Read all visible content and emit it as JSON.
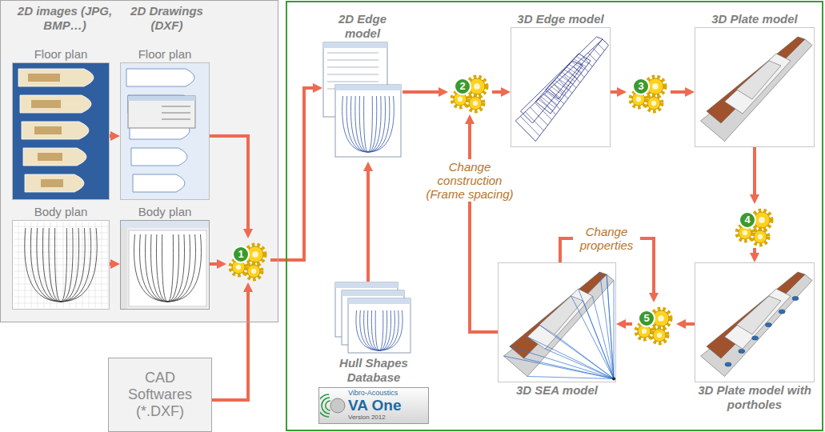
{
  "diagram": {
    "nodes": [
      {
        "text": [
          "2D images (JPG, BMP…)",
          "2D Drawings (DXF)"
        ]
      },
      {
        "text": [
          "Floor plan"
        ],
        "in": 0
      },
      {
        "text": [
          "Floor plan"
        ],
        "in": 0
      },
      {
        "text": [
          "Body plan"
        ],
        "in": 0
      },
      {
        "text": [
          "Body plan"
        ],
        "in": 0
      },
      {
        "text": [
          "1"
        ],
        "in": 0
      },
      {
        "text": [
          "CAD Softwares (*.DXF)"
        ]
      },
      {
        "text": []
      },
      {
        "text": [
          "2D Edge model"
        ],
        "in": 7
      },
      {
        "text": [
          "2"
        ],
        "in": 7
      },
      {
        "text": [
          "3D Edge model"
        ],
        "in": 7
      },
      {
        "text": [
          "3"
        ],
        "in": 7
      },
      {
        "text": [
          "3D Plate model"
        ],
        "in": 7
      },
      {
        "text": [
          "4"
        ],
        "in": 7
      },
      {
        "text": [
          "3D Plate model with portholes"
        ],
        "in": 7
      },
      {
        "text": [
          "5"
        ],
        "in": 7
      },
      {
        "text": [
          "3D SEA model"
        ],
        "in": 7
      },
      {
        "text": [
          "Hull Shapes Database"
        ],
        "in": 7
      },
      {
        "text": [
          "Vibro-Acoustics",
          "VA One",
          "Version 2012"
        ],
        "in": 7
      }
    ],
    "edges": [
      {
        "from": 1,
        "to": 2,
        "arrow": "to"
      },
      {
        "from": 3,
        "to": 4,
        "arrow": "to"
      },
      {
        "from": 2,
        "to": 5,
        "arrow": "to"
      },
      {
        "from": 4,
        "to": 5,
        "arrow": "to"
      },
      {
        "from": 6,
        "to": 5,
        "arrow": "to"
      },
      {
        "from": 5,
        "to": 8,
        "arrow": "to"
      },
      {
        "from": 8,
        "to": 9,
        "arrow": "to"
      },
      {
        "from": 9,
        "to": 10,
        "arrow": "to"
      },
      {
        "from": 10,
        "to": 11,
        "arrow": "to"
      },
      {
        "from": 11,
        "to": 12,
        "arrow": "to"
      },
      {
        "from": 12,
        "to": 13,
        "arrow": "to"
      },
      {
        "from": 13,
        "to": 14,
        "arrow": "to"
      },
      {
        "from": 14,
        "to": 15,
        "arrow": "to"
      },
      {
        "from": 15,
        "to": 16,
        "arrow": "to"
      },
      {
        "from": 16,
        "to": 9,
        "label": "Change construction (Frame spacing)",
        "arrow": "to"
      },
      {
        "from": 16,
        "to": 15,
        "label": "Change properties",
        "arrow": "to"
      },
      {
        "from": 17,
        "to": 8,
        "arrow": "to"
      }
    ]
  }
}
